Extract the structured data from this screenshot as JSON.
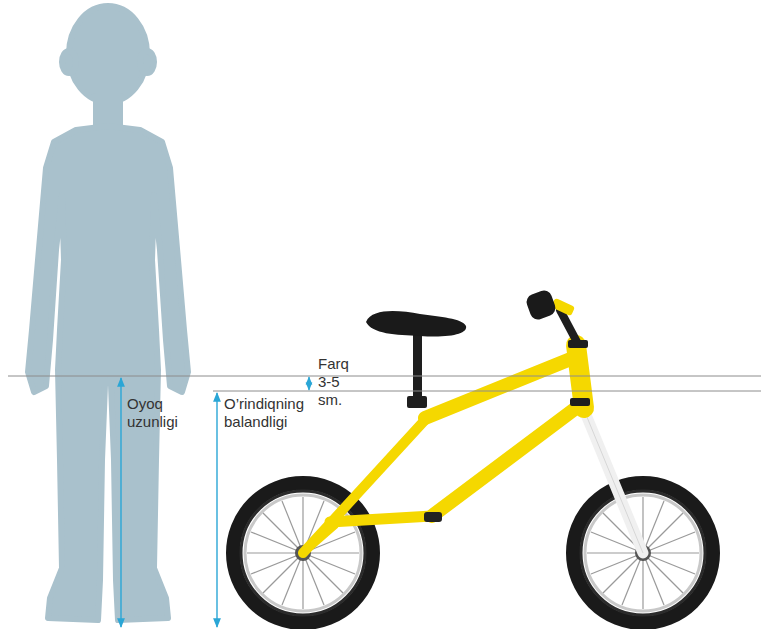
{
  "diagram": {
    "labels": [
      "Farq 3-5 sm.",
      "Oyoq uzunligi",
      "O’rindiqning balandligi"
    ]
  }
}
